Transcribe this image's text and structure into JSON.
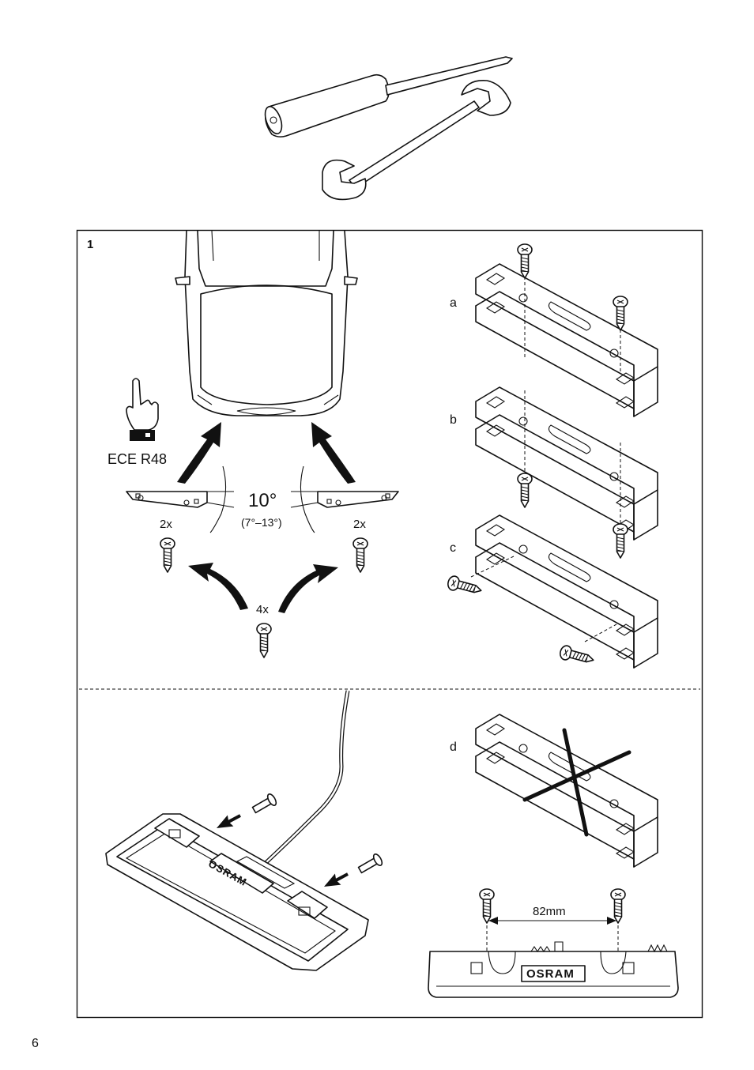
{
  "figure": {
    "step_number": "1",
    "page_number": "6",
    "regulation_label": "ECE R48",
    "angle": {
      "nominal": "10°",
      "range": "(7°–13°)"
    },
    "screw_counts": {
      "left": "2x",
      "right": "2x",
      "total": "4x"
    },
    "bracket_variants": [
      {
        "label": "a"
      },
      {
        "label": "b"
      },
      {
        "label": "c"
      },
      {
        "label": "d",
        "status": "incorrect"
      }
    ],
    "spacing_label": "82mm",
    "brand_text": "OSRAM",
    "icons": [
      "screwdriver-icon",
      "wrench-icon",
      "hand-pointer-icon",
      "car-outline",
      "curved-arrow-icon",
      "screw-icon",
      "bracket-icon",
      "cross-mark-icon",
      "lamp-icon"
    ]
  }
}
